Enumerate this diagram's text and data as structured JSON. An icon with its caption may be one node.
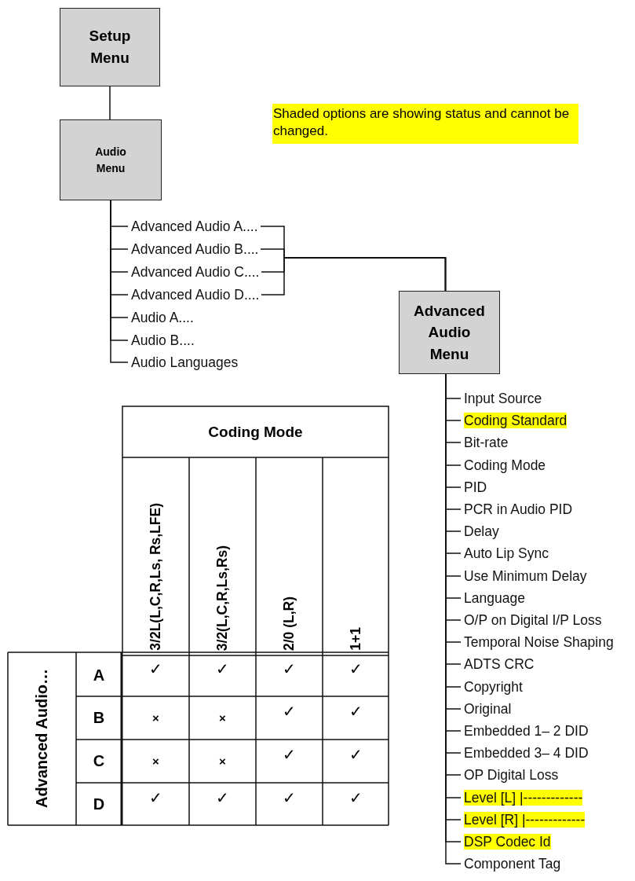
{
  "diagram": {
    "nodes": [
      {
        "text": [
          "Setup Menu"
        ]
      },
      {
        "text": [
          "Audio Menu"
        ]
      },
      {
        "text": [
          "Advanced Audio A...."
        ]
      },
      {
        "text": [
          "Advanced Audio B...."
        ]
      },
      {
        "text": [
          "Advanced Audio C...."
        ]
      },
      {
        "text": [
          "Advanced Audio D...."
        ]
      },
      {
        "text": [
          "Audio A...."
        ]
      },
      {
        "text": [
          "Audio B...."
        ]
      },
      {
        "text": [
          "Audio Languages"
        ]
      },
      {
        "text": [
          "Advanced Audio Menu"
        ]
      },
      {
        "text": [
          "Input Source"
        ]
      },
      {
        "text": [
          "Coding Standard"
        ]
      },
      {
        "text": [
          "Bit-rate"
        ]
      },
      {
        "text": [
          "Coding Mode"
        ]
      },
      {
        "text": [
          "PID"
        ]
      },
      {
        "text": [
          "PCR in Audio PID"
        ]
      },
      {
        "text": [
          "Delay"
        ]
      },
      {
        "text": [
          "Auto Lip Sync"
        ]
      },
      {
        "text": [
          "Use Minimum Delay"
        ]
      },
      {
        "text": [
          "Language"
        ]
      },
      {
        "text": [
          "O/P on Digital I/P Loss"
        ]
      },
      {
        "text": [
          "Temporal Noise Shaping"
        ]
      },
      {
        "text": [
          "ADTS CRC"
        ]
      },
      {
        "text": [
          "Copyright"
        ]
      },
      {
        "text": [
          "Original"
        ]
      },
      {
        "text": [
          "Embedded 1– 2 DID"
        ]
      },
      {
        "text": [
          "Embedded 3– 4 DID"
        ]
      },
      {
        "text": [
          "OP Digital Loss"
        ]
      },
      {
        "text": [
          "Level [L] |-------------"
        ]
      },
      {
        "text": [
          "Level [R] |-------------"
        ]
      },
      {
        "text": [
          "DSP Codec Id"
        ]
      },
      {
        "text": [
          "Component Tag"
        ]
      }
    ],
    "edges": [
      {
        "from": 0,
        "to": 1,
        "arrow": "none"
      },
      {
        "from": 1,
        "to": 2,
        "arrow": "none"
      },
      {
        "from": 1,
        "to": 3,
        "arrow": "none"
      },
      {
        "from": 1,
        "to": 4,
        "arrow": "none"
      },
      {
        "from": 1,
        "to": 5,
        "arrow": "none"
      },
      {
        "from": 1,
        "to": 6,
        "arrow": "none"
      },
      {
        "from": 1,
        "to": 7,
        "arrow": "none"
      },
      {
        "from": 1,
        "to": 8,
        "arrow": "none"
      },
      {
        "from": 2,
        "to": 9,
        "arrow": "none"
      },
      {
        "from": 3,
        "to": 9,
        "arrow": "none"
      },
      {
        "from": 4,
        "to": 9,
        "arrow": "none"
      },
      {
        "from": 5,
        "to": 9,
        "arrow": "none"
      },
      {
        "from": 9,
        "to": 10,
        "arrow": "none"
      },
      {
        "from": 9,
        "to": 11,
        "arrow": "none"
      },
      {
        "from": 9,
        "to": 12,
        "arrow": "none"
      },
      {
        "from": 9,
        "to": 13,
        "arrow": "none"
      },
      {
        "from": 9,
        "to": 14,
        "arrow": "none"
      },
      {
        "from": 9,
        "to": 15,
        "arrow": "none"
      },
      {
        "from": 9,
        "to": 16,
        "arrow": "none"
      },
      {
        "from": 9,
        "to": 17,
        "arrow": "none"
      },
      {
        "from": 9,
        "to": 18,
        "arrow": "none"
      },
      {
        "from": 9,
        "to": 19,
        "arrow": "none"
      },
      {
        "from": 9,
        "to": 20,
        "arrow": "none"
      },
      {
        "from": 9,
        "to": 21,
        "arrow": "none"
      },
      {
        "from": 9,
        "to": 22,
        "arrow": "none"
      },
      {
        "from": 9,
        "to": 23,
        "arrow": "none"
      },
      {
        "from": 9,
        "to": 24,
        "arrow": "none"
      },
      {
        "from": 9,
        "to": 25,
        "arrow": "none"
      },
      {
        "from": 9,
        "to": 26,
        "arrow": "none"
      },
      {
        "from": 9,
        "to": 27,
        "arrow": "none"
      },
      {
        "from": 9,
        "to": 28,
        "arrow": "none"
      },
      {
        "from": 9,
        "to": 29,
        "arrow": "none"
      },
      {
        "from": 9,
        "to": 30,
        "arrow": "none"
      },
      {
        "from": 9,
        "to": 31,
        "arrow": "none"
      }
    ],
    "labels": [
      "Shaded options are showing status and cannot be changed.",
      "Coding Mode",
      "3/2L(L,C,R,Ls, Rs,LFE)",
      "3/2(L,C,R,Ls,Rs)",
      "2/0 (L,R)",
      "1+1",
      "Advanced Audio…",
      "A",
      "✓",
      "✓",
      "✓",
      "✓",
      "B",
      "×",
      "×",
      "✓",
      "✓",
      "C",
      "×",
      "×",
      "✓",
      "✓",
      "D",
      "✓",
      "✓",
      "✓",
      "✓"
    ]
  }
}
